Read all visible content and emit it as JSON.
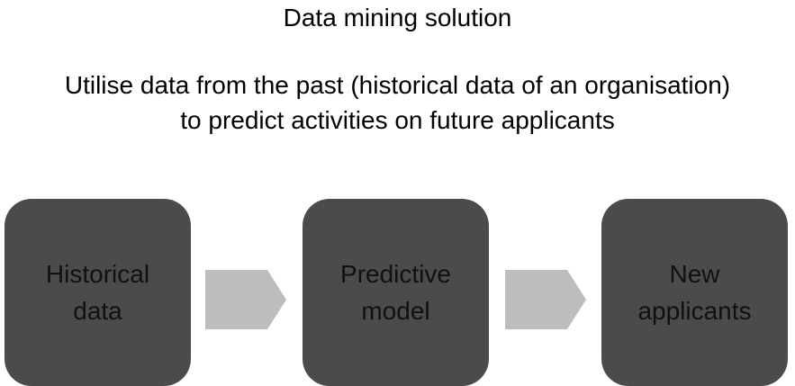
{
  "diagram": {
    "title": "Data mining solution",
    "subtitle_line1": "Utilise data from the past (historical data of an organisation)",
    "subtitle_line2": "to predict activities on future applicants",
    "steps": [
      {
        "line1": "Historical",
        "line2": "data"
      },
      {
        "line1": "Predictive",
        "line2": "model"
      },
      {
        "line1": "New",
        "line2": "applicants"
      }
    ],
    "colors": {
      "box_fill": "#4b4b4b",
      "arrow_fill": "#bdbdbd",
      "text": "#111111"
    }
  }
}
